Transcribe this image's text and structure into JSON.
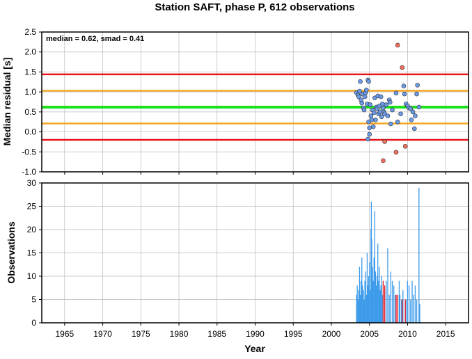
{
  "chart_data": [
    {
      "type": "scatter",
      "title": "Station SAFT, phase P, 612 observations",
      "ylabel": "Median residual [s]",
      "annotation": "median = 0.62, smad = 0.41",
      "xlim": [
        1962,
        2018
      ],
      "ylim": [
        -1.0,
        2.5
      ],
      "x_ticks": [
        1965,
        1970,
        1975,
        1980,
        1985,
        1990,
        1995,
        2000,
        2005,
        2010,
        2015
      ],
      "y_ticks": [
        -1.0,
        -0.5,
        0.0,
        0.5,
        1.0,
        1.5,
        2.0,
        2.5
      ],
      "y_tick_labels": [
        "-1.0",
        "-0.5",
        "0.0",
        "0.5",
        "1.0",
        "1.5",
        "2.0",
        "2.5"
      ],
      "grid": true,
      "reference_lines": [
        {
          "y": 1.44,
          "color": "#e8141c"
        },
        {
          "y": 1.03,
          "color": "#f5a623"
        },
        {
          "y": 0.62,
          "color": "#1ee11e"
        },
        {
          "y": 0.21,
          "color": "#f5a623"
        },
        {
          "y": -0.2,
          "color": "#e8141c"
        }
      ],
      "series": [
        {
          "color": "#6b9be8",
          "points": [
            [
              2003.3,
              0.98
            ],
            [
              2003.5,
              0.92
            ],
            [
              2003.6,
              0.88
            ],
            [
              2003.7,
              1.02
            ],
            [
              2003.8,
              1.26
            ],
            [
              2003.9,
              0.8
            ],
            [
              2004.0,
              0.72
            ],
            [
              2004.1,
              0.95
            ],
            [
              2004.2,
              0.6
            ],
            [
              2004.3,
              0.55
            ],
            [
              2004.4,
              0.88
            ],
            [
              2004.5,
              0.98
            ],
            [
              2004.6,
              1.05
            ],
            [
              2004.7,
              0.7
            ],
            [
              2004.8,
              1.3
            ],
            [
              2004.9,
              1.26
            ],
            [
              2004.9,
              0.25
            ],
            [
              2005.0,
              0.1
            ],
            [
              2005.1,
              0.68
            ],
            [
              2005.2,
              0.4
            ],
            [
              2005.3,
              0.3
            ],
            [
              2005.4,
              0.55
            ],
            [
              2005.5,
              0.13
            ],
            [
              2005.6,
              0.48
            ],
            [
              2005.7,
              0.85
            ],
            [
              2005.8,
              0.3
            ],
            [
              2005.9,
              0.62
            ],
            [
              2006.0,
              0.58
            ],
            [
              2006.1,
              0.9
            ],
            [
              2006.2,
              0.45
            ],
            [
              2006.3,
              0.65
            ],
            [
              2006.4,
              0.5
            ],
            [
              2006.5,
              0.88
            ],
            [
              2006.6,
              0.38
            ],
            [
              2006.7,
              0.7
            ],
            [
              2006.8,
              0.6
            ],
            [
              2006.9,
              0.5
            ],
            [
              2007.0,
              0.45
            ],
            [
              2007.2,
              0.68
            ],
            [
              2007.4,
              0.4
            ],
            [
              2007.6,
              0.8
            ],
            [
              2007.7,
              0.74
            ],
            [
              2007.8,
              0.2
            ],
            [
              2008.0,
              0.55
            ],
            [
              2008.5,
              0.97
            ],
            [
              2008.7,
              0.25
            ],
            [
              2009.1,
              0.45
            ],
            [
              2009.5,
              1.15
            ],
            [
              2009.6,
              0.95
            ],
            [
              2009.8,
              0.7
            ],
            [
              2010.0,
              0.65
            ],
            [
              2010.2,
              0.6
            ],
            [
              2010.4,
              0.58
            ],
            [
              2010.5,
              0.3
            ],
            [
              2010.7,
              0.5
            ],
            [
              2010.9,
              0.08
            ],
            [
              2011.0,
              0.4
            ],
            [
              2011.2,
              0.95
            ],
            [
              2011.3,
              1.17
            ],
            [
              2011.5,
              0.62
            ],
            [
              2004.8,
              -0.18
            ],
            [
              2005.0,
              -0.06
            ]
          ]
        },
        {
          "color": "#f26b5c",
          "points": [
            [
              2006.8,
              -0.72
            ],
            [
              2007.0,
              -0.24
            ],
            [
              2008.5,
              -0.51
            ],
            [
              2008.7,
              2.17
            ],
            [
              2009.3,
              1.61
            ],
            [
              2009.7,
              -0.36
            ]
          ]
        }
      ]
    },
    {
      "type": "bar",
      "ylabel": "Observations",
      "xlabel": "Year",
      "xlim": [
        1962,
        2018
      ],
      "ylim": [
        0,
        30
      ],
      "x_ticks": [
        1965,
        1970,
        1975,
        1980,
        1985,
        1990,
        1995,
        2000,
        2005,
        2010,
        2015
      ],
      "x_tick_labels": [
        "1965",
        "1970",
        "1975",
        "1980",
        "1985",
        "1990",
        "1995",
        "2000",
        "2005",
        "2010",
        "2015"
      ],
      "y_ticks": [
        0,
        5,
        10,
        15,
        20,
        25,
        30
      ],
      "y_tick_labels": [
        "0",
        "5",
        "10",
        "15",
        "20",
        "25",
        "30"
      ],
      "grid": true,
      "series": [
        {
          "color": "#3d9bea",
          "bars": [
            [
              2003.3,
              6
            ],
            [
              2003.4,
              8
            ],
            [
              2003.5,
              5
            ],
            [
              2003.6,
              7
            ],
            [
              2003.7,
              12
            ],
            [
              2003.8,
              6
            ],
            [
              2003.9,
              9
            ],
            [
              2004.0,
              14
            ],
            [
              2004.1,
              8
            ],
            [
              2004.2,
              7
            ],
            [
              2004.3,
              5
            ],
            [
              2004.4,
              9
            ],
            [
              2004.5,
              11
            ],
            [
              2004.6,
              6
            ],
            [
              2004.7,
              15
            ],
            [
              2004.8,
              8
            ],
            [
              2004.9,
              10
            ],
            [
              2005.0,
              13
            ],
            [
              2005.1,
              7
            ],
            [
              2005.2,
              20
            ],
            [
              2005.25,
              26
            ],
            [
              2005.3,
              18
            ],
            [
              2005.4,
              12
            ],
            [
              2005.5,
              9
            ],
            [
              2005.6,
              14
            ],
            [
              2005.7,
              24
            ],
            [
              2005.8,
              11
            ],
            [
              2005.9,
              8
            ],
            [
              2006.0,
              10
            ],
            [
              2006.1,
              17
            ],
            [
              2006.2,
              9
            ],
            [
              2006.3,
              12
            ],
            [
              2006.4,
              7
            ],
            [
              2006.5,
              8
            ],
            [
              2006.6,
              10
            ],
            [
              2006.7,
              6
            ],
            [
              2007.0,
              7
            ],
            [
              2007.2,
              9
            ],
            [
              2007.4,
              16
            ],
            [
              2007.6,
              6
            ],
            [
              2007.8,
              11
            ],
            [
              2008.0,
              9
            ],
            [
              2008.2,
              8
            ],
            [
              2008.4,
              6
            ],
            [
              2008.9,
              9
            ],
            [
              2009.0,
              6
            ],
            [
              2009.2,
              5
            ],
            [
              2009.4,
              7
            ],
            [
              2009.8,
              5
            ],
            [
              2010.0,
              9
            ],
            [
              2010.2,
              8
            ],
            [
              2010.4,
              5
            ],
            [
              2010.6,
              9
            ],
            [
              2010.8,
              6
            ],
            [
              2011.0,
              8
            ],
            [
              2011.2,
              5
            ],
            [
              2011.5,
              29
            ],
            [
              2011.6,
              4
            ]
          ]
        },
        {
          "color": "#e8141c",
          "bars": [
            [
              2006.8,
              9
            ],
            [
              2007.0,
              8
            ],
            [
              2008.5,
              6
            ],
            [
              2008.7,
              6
            ],
            [
              2009.3,
              5
            ],
            [
              2009.7,
              5
            ]
          ]
        }
      ]
    }
  ]
}
